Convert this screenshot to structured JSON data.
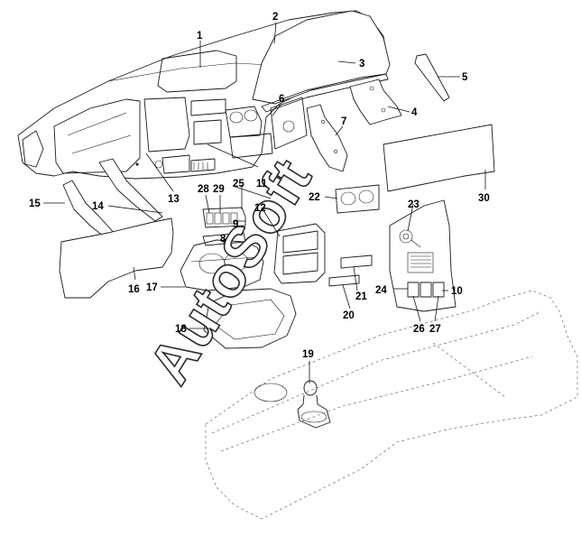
{
  "callouts": [
    "1",
    "2",
    "3",
    "4",
    "5",
    "6",
    "7",
    "8",
    "9",
    "10",
    "11",
    "12",
    "13",
    "14",
    "15",
    "16",
    "17",
    "18",
    "19",
    "20",
    "21",
    "22",
    "23",
    "24",
    "25",
    "26",
    "27",
    "28",
    "29",
    "30"
  ],
  "watermark": "AutoSoft"
}
